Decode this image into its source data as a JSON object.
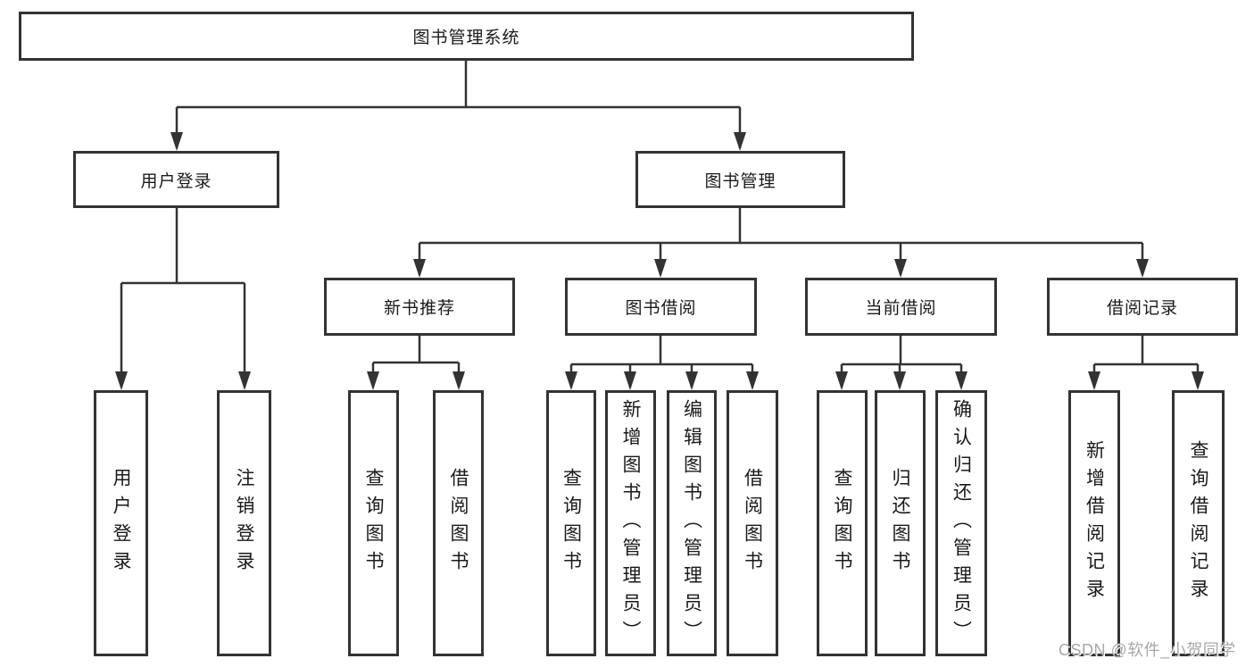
{
  "diagram": {
    "root_label": "图书管理系统",
    "level2": {
      "user_login": "用户登录",
      "book_management": "图书管理"
    },
    "level3": {
      "new_book_recommend": "新书推荐",
      "book_borrow": "图书借阅",
      "current_borrow": "当前借阅",
      "borrow_record": "借阅记录"
    },
    "level4": {
      "user_login": [
        "用户登录",
        "注销登录"
      ],
      "new_book_recommend": [
        "查询图书",
        "借阅图书"
      ],
      "book_borrow": [
        "查询图书",
        "新增图书（管理员）",
        "编辑图书（管理员）",
        "借阅图书"
      ],
      "current_borrow": [
        "查询图书",
        "归还图书",
        "确认归还（管理员）"
      ],
      "borrow_record": [
        "新增借阅记录",
        "查询借阅记录"
      ]
    },
    "watermark": "CSDN @软件_小贺同学",
    "colors": {
      "line": "#333333",
      "box_border": "#333333",
      "text": "#1a1a1a",
      "background": "#ffffff",
      "watermark": "#a8a8a8"
    }
  }
}
